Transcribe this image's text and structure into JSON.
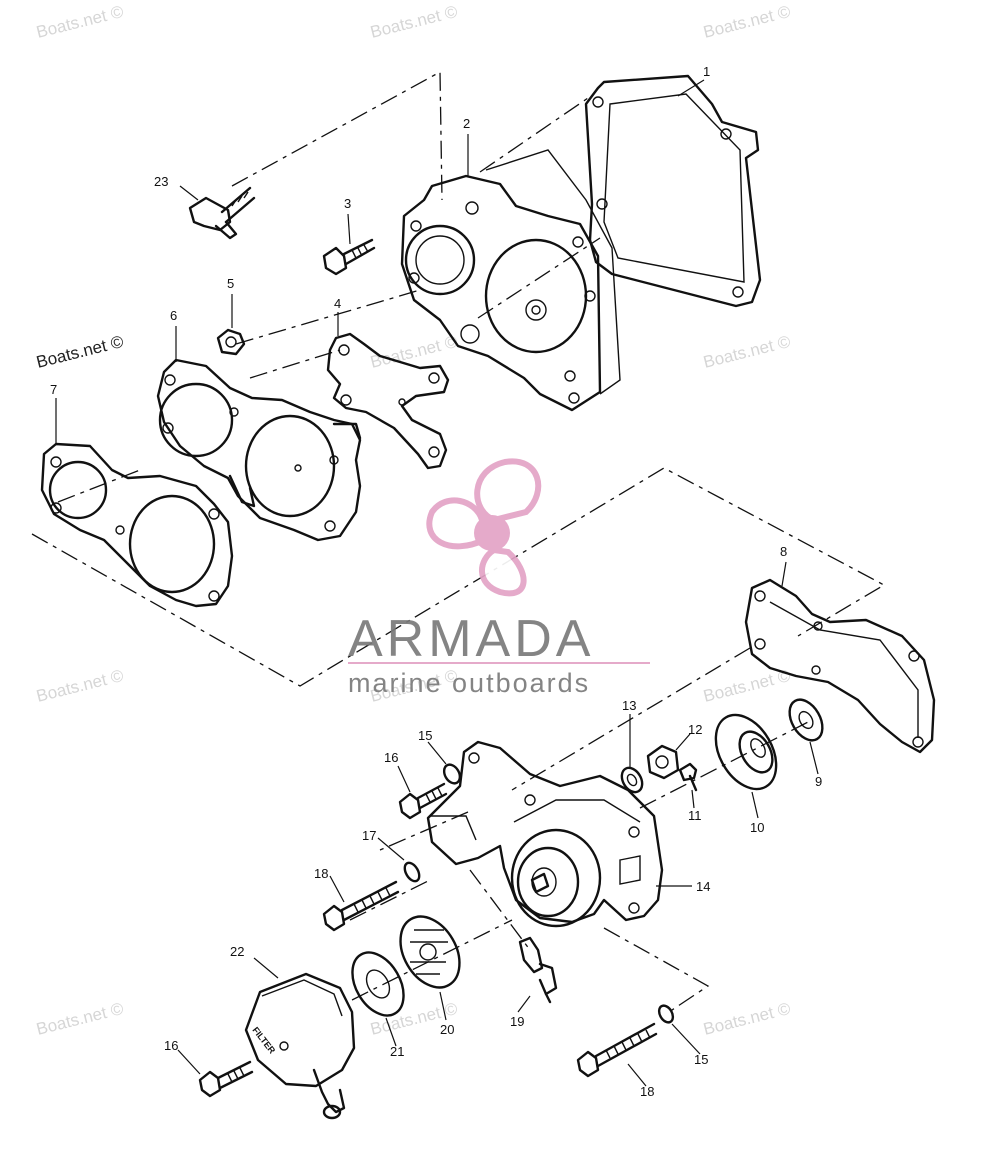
{
  "watermarks": {
    "top_left": "Boats.net ©",
    "top_mid": "Boats.net ©",
    "top_right": "Boats.net ©",
    "left_dark": "Boats.net ©",
    "mid_center": "Boats.net ©",
    "mid_right": "Boats.net ©",
    "low_left": "Boats.net ©",
    "low_center": "Boats.net ©",
    "low_right": "Boats.net ©",
    "bottom_left": "Boats.net ©",
    "bottom_center": "Boats.net ©",
    "bottom_right": "Boats.net ©"
  },
  "logo": {
    "brand": "ARMADA",
    "tagline": "marine outboards",
    "accent_color": "#e3a3c6",
    "text_color": "#7a7a7a"
  },
  "filter_text": "FILTER",
  "callouts": [
    {
      "id": "1",
      "label": "1"
    },
    {
      "id": "2",
      "label": "2"
    },
    {
      "id": "3",
      "label": "3"
    },
    {
      "id": "4",
      "label": "4"
    },
    {
      "id": "5",
      "label": "5"
    },
    {
      "id": "6",
      "label": "6"
    },
    {
      "id": "7",
      "label": "7"
    },
    {
      "id": "8",
      "label": "8"
    },
    {
      "id": "9",
      "label": "9"
    },
    {
      "id": "10",
      "label": "10"
    },
    {
      "id": "11",
      "label": "11"
    },
    {
      "id": "12",
      "label": "12"
    },
    {
      "id": "13",
      "label": "13"
    },
    {
      "id": "14",
      "label": "14"
    },
    {
      "id": "15a",
      "label": "15"
    },
    {
      "id": "15b",
      "label": "15"
    },
    {
      "id": "16a",
      "label": "16"
    },
    {
      "id": "16b",
      "label": "16"
    },
    {
      "id": "17",
      "label": "17"
    },
    {
      "id": "18a",
      "label": "18"
    },
    {
      "id": "18b",
      "label": "18"
    },
    {
      "id": "19",
      "label": "19"
    },
    {
      "id": "20",
      "label": "20"
    },
    {
      "id": "21",
      "label": "21"
    },
    {
      "id": "22",
      "label": "22"
    },
    {
      "id": "23",
      "label": "23"
    }
  ]
}
